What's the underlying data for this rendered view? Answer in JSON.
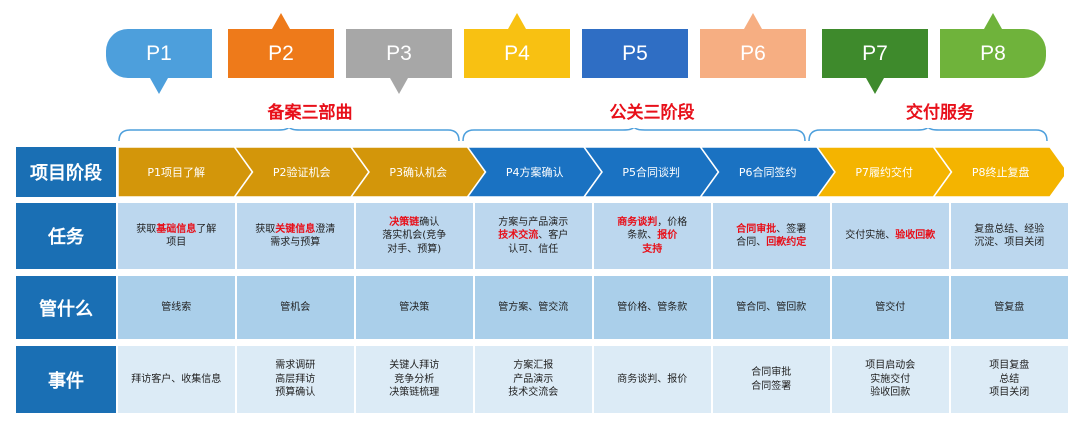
{
  "colors": {
    "header_blue": "#1a6fb4",
    "row_task": "#bcd7ee",
    "row_manage": "#aacfea",
    "row_event": "#dcebf6",
    "highlight": "#e8101a",
    "gold": "#d3960a",
    "blue": "#1a72c2",
    "yellow": "#f4b400"
  },
  "tags": [
    {
      "label": "P1",
      "color": "#4d9fdc",
      "pointer": "down"
    },
    {
      "label": "P2",
      "color": "#ee7a1a",
      "pointer": "up"
    },
    {
      "label": "P3",
      "color": "#a7a7a7",
      "pointer": "down"
    },
    {
      "label": "P4",
      "color": "#f8c112",
      "pointer": "up"
    },
    {
      "label": "P5",
      "color": "#2f6ec4",
      "pointer": "none"
    },
    {
      "label": "P6",
      "color": "#f6ae82",
      "pointer": "up"
    },
    {
      "label": "P7",
      "color": "#3e8a2c",
      "pointer": "down"
    },
    {
      "label": "P8",
      "color": "#6fb33b",
      "pointer": "up"
    }
  ],
  "groups": [
    {
      "label": "备案三部曲"
    },
    {
      "label": "公关三阶段"
    },
    {
      "label": "交付服务"
    }
  ],
  "rows": {
    "phase": "项目阶段",
    "task": "任务",
    "manage": "管什么",
    "event": "事件"
  },
  "phases": [
    {
      "label": "P1项目了解",
      "color": "#d3960a"
    },
    {
      "label": "P2验证机会",
      "color": "#d3960a"
    },
    {
      "label": "P3确认机会",
      "color": "#d3960a"
    },
    {
      "label": "P4方案确认",
      "color": "#1a72c2"
    },
    {
      "label": "P5合同谈判",
      "color": "#1a72c2"
    },
    {
      "label": "P6合同签约",
      "color": "#1a72c2"
    },
    {
      "label": "P7履约交付",
      "color": "#f4b400"
    },
    {
      "label": "P8终止复盘",
      "color": "#f4b400"
    }
  ],
  "tasks": [
    {
      "pre": "获取",
      "hl": "基础信息",
      "post": "了解\n项目"
    },
    {
      "pre": "获取",
      "hl": "关键信息",
      "post": "澄清\n需求与预算"
    },
    {
      "pre": "",
      "hl": "决策链",
      "post": "确认\n落实机会(竞争\n对手、预算)"
    },
    {
      "pre": "方案与产品演示\n",
      "hl": "技术交流",
      "post": "、客户\n认可、信任"
    },
    {
      "pre": "",
      "hl": "商务谈判",
      "post": "，价格\n条款、",
      "hl2": "报价\n支持"
    },
    {
      "pre": "",
      "hl": "合同审批",
      "post": "、签署\n合同、",
      "hl2": "回款约定"
    },
    {
      "pre": "交付实施、",
      "hl": "验收回款",
      "post": ""
    },
    {
      "pre": "复盘总结、经验\n沉淀、项目关闭",
      "hl": "",
      "post": ""
    }
  ],
  "manage": [
    "管线索",
    "管机会",
    "管决策",
    "管方案、管交流",
    "管价格、管条款",
    "管合同、管回款",
    "管交付",
    "管复盘"
  ],
  "events": [
    "拜访客户、收集信息",
    "需求调研\n高层拜访\n预算确认",
    "关键人拜访\n竞争分析\n决策链梳理",
    "方案汇报\n产品演示\n技术交流会",
    "商务谈判、报价",
    "合同审批\n合同签署",
    "项目启动会\n实施交付\n验收回款",
    "项目复盘\n总结\n项目关闭"
  ]
}
